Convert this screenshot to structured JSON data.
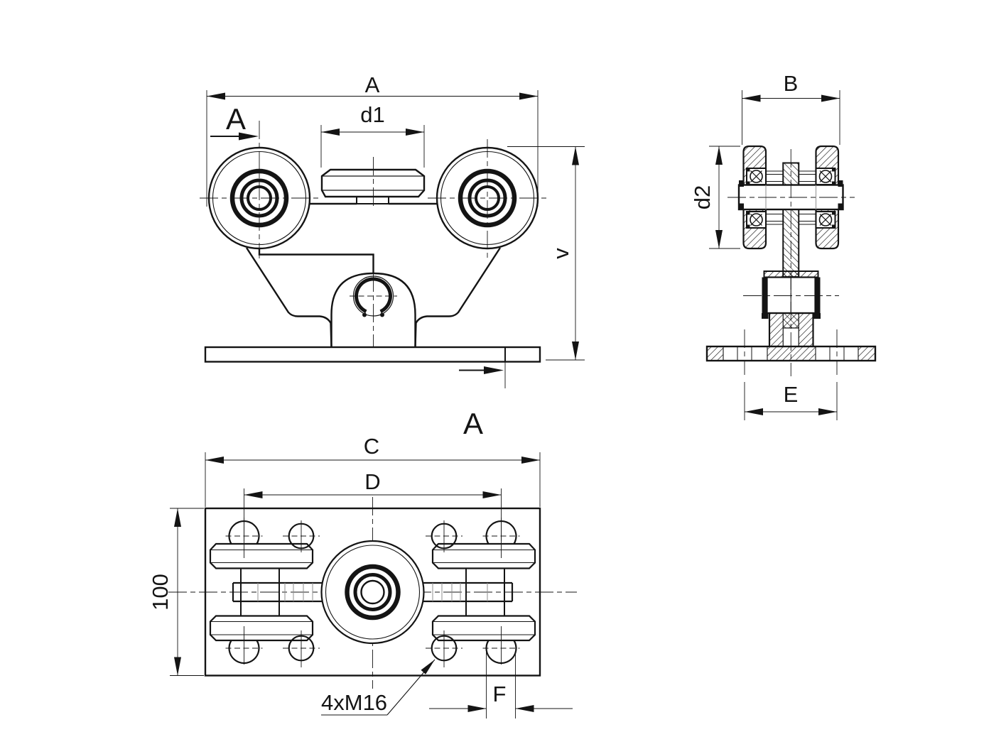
{
  "theme": {
    "line": "#141414",
    "bg": "#ffffff",
    "aux": "#8f8f8f"
  },
  "front_view": {
    "dim_width_label": "A",
    "dim_roller_label": "d1",
    "dim_height_label": "v",
    "section_arrow_top_label": "A",
    "section_arrow_bottom_label": "A"
  },
  "side_view": {
    "dim_width_label": "B",
    "dim_wheel_dia_label": "d2",
    "dim_slot_label": "E"
  },
  "bottom_view": {
    "dim_plate_length_label": "C",
    "dim_bolt_span_label": "D",
    "dim_plate_width_label": "100",
    "thread_callout": "4xM16",
    "dim_hole_label": "F"
  }
}
